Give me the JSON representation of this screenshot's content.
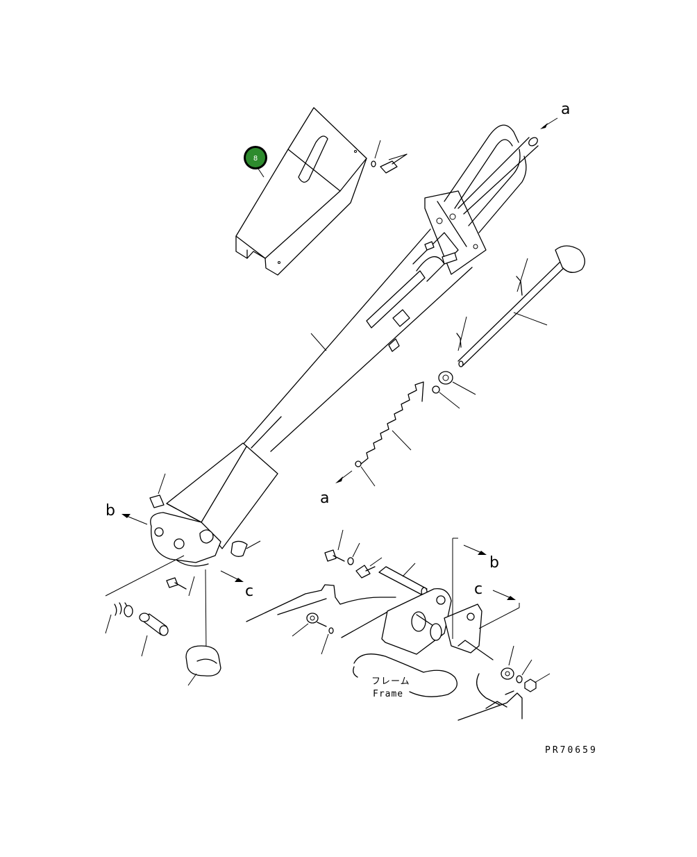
{
  "diagram": {
    "callouts": {
      "a_top": "a",
      "a_bottom": "a",
      "b_left": "b",
      "b_right": "b",
      "c_left": "c",
      "c_right": "c"
    },
    "badge": {
      "label": "8",
      "fill_color": "#2e8b2e",
      "ring_color": "#000000"
    },
    "frame_label_jp": "フレーム",
    "frame_label_en": "Frame",
    "drawing_code": "PR70659"
  }
}
